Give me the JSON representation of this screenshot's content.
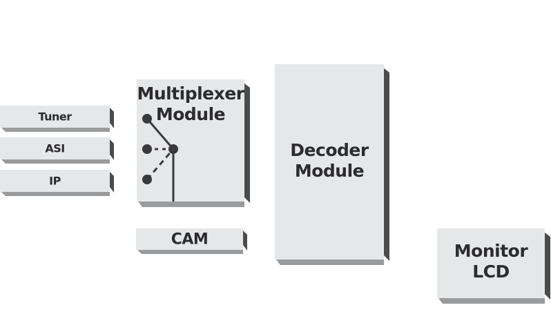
{
  "inputs": [
    {
      "label": "Tuner"
    },
    {
      "label": "ASI"
    },
    {
      "label": "IP"
    }
  ],
  "multiplexer": {
    "line1": "Multiplexer",
    "line2": "Module",
    "switch_icon": "selector-switch-icon"
  },
  "cam": {
    "label": "CAM"
  },
  "decoder": {
    "line1": "Decoder",
    "line2": "Module"
  },
  "monitor": {
    "line1": "Monitor",
    "line2": "LCD"
  },
  "colors": {
    "box_face": "#e6e7e9",
    "box_side": "#4a4b4d",
    "box_bottom": "#9a9b9d",
    "text": "#2c2c2e"
  }
}
